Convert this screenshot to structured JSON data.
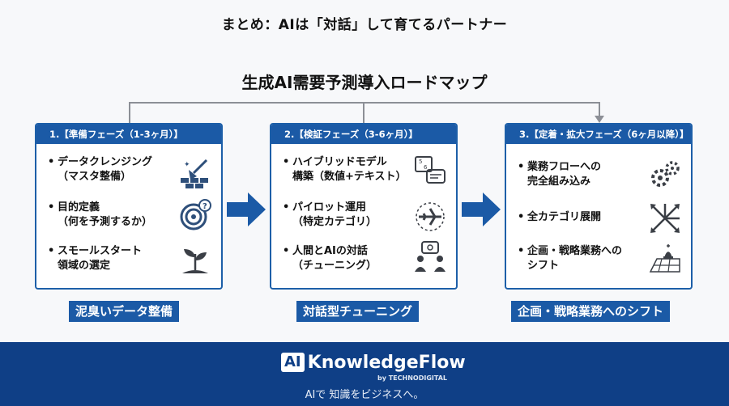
{
  "title": "まとめ：AIは「対話」して育てるパートナー",
  "subtitle": "生成AI需要予測導入ロードマップ",
  "phases": [
    {
      "header": "1.【準備フェーズ（1-3ヶ月）】",
      "items": [
        {
          "line1": "データクレンジング",
          "line2": "（マスタ整備）",
          "icon": "broom-bricks-icon"
        },
        {
          "line1": "目的定義",
          "line2": "（何を予測するか）",
          "icon": "target-question-icon"
        },
        {
          "line1": "スモールスタート",
          "line2": "領域の選定",
          "icon": "sprout-icon"
        }
      ],
      "label": "泥臭いデータ整備"
    },
    {
      "header": "2.【検証フェーズ（3-6ヶ月）】",
      "items": [
        {
          "line1": "ハイブリッドモデル",
          "line2": "構築（数値+テキスト）",
          "icon": "numbers-chat-icon"
        },
        {
          "line1": "パイロット運用",
          "line2": "（特定カテゴリ）",
          "icon": "airplane-icon"
        },
        {
          "line1": "人間とAIの対話",
          "line2": "（チューニング）",
          "icon": "human-ai-chat-icon"
        }
      ],
      "label": "対話型チューニング"
    },
    {
      "header": "3.【定着・拡大フェーズ（6ヶ月以降）】",
      "items": [
        {
          "line1": "業務フローへの",
          "line2": "完全組み込み",
          "icon": "gears-icon"
        },
        {
          "line1": "全カテゴリ展開",
          "line2": "",
          "icon": "expand-arrows-icon"
        },
        {
          "line1": "企画・戦略業務への",
          "line2": "シフト",
          "icon": "chess-icon"
        }
      ],
      "label": "企画・戦略業務へのシフト"
    }
  ],
  "bullet": "•",
  "footer": {
    "logo_ai": "AI",
    "logo_name": "KnowledgeFlow",
    "by": "by TECHNODIGITAL",
    "tagline": "AIで 知識をビジネスへ。"
  },
  "colors": {
    "primary": "#1b5aa6",
    "footer": "#0f3f86",
    "connector": "#8c8f96"
  }
}
